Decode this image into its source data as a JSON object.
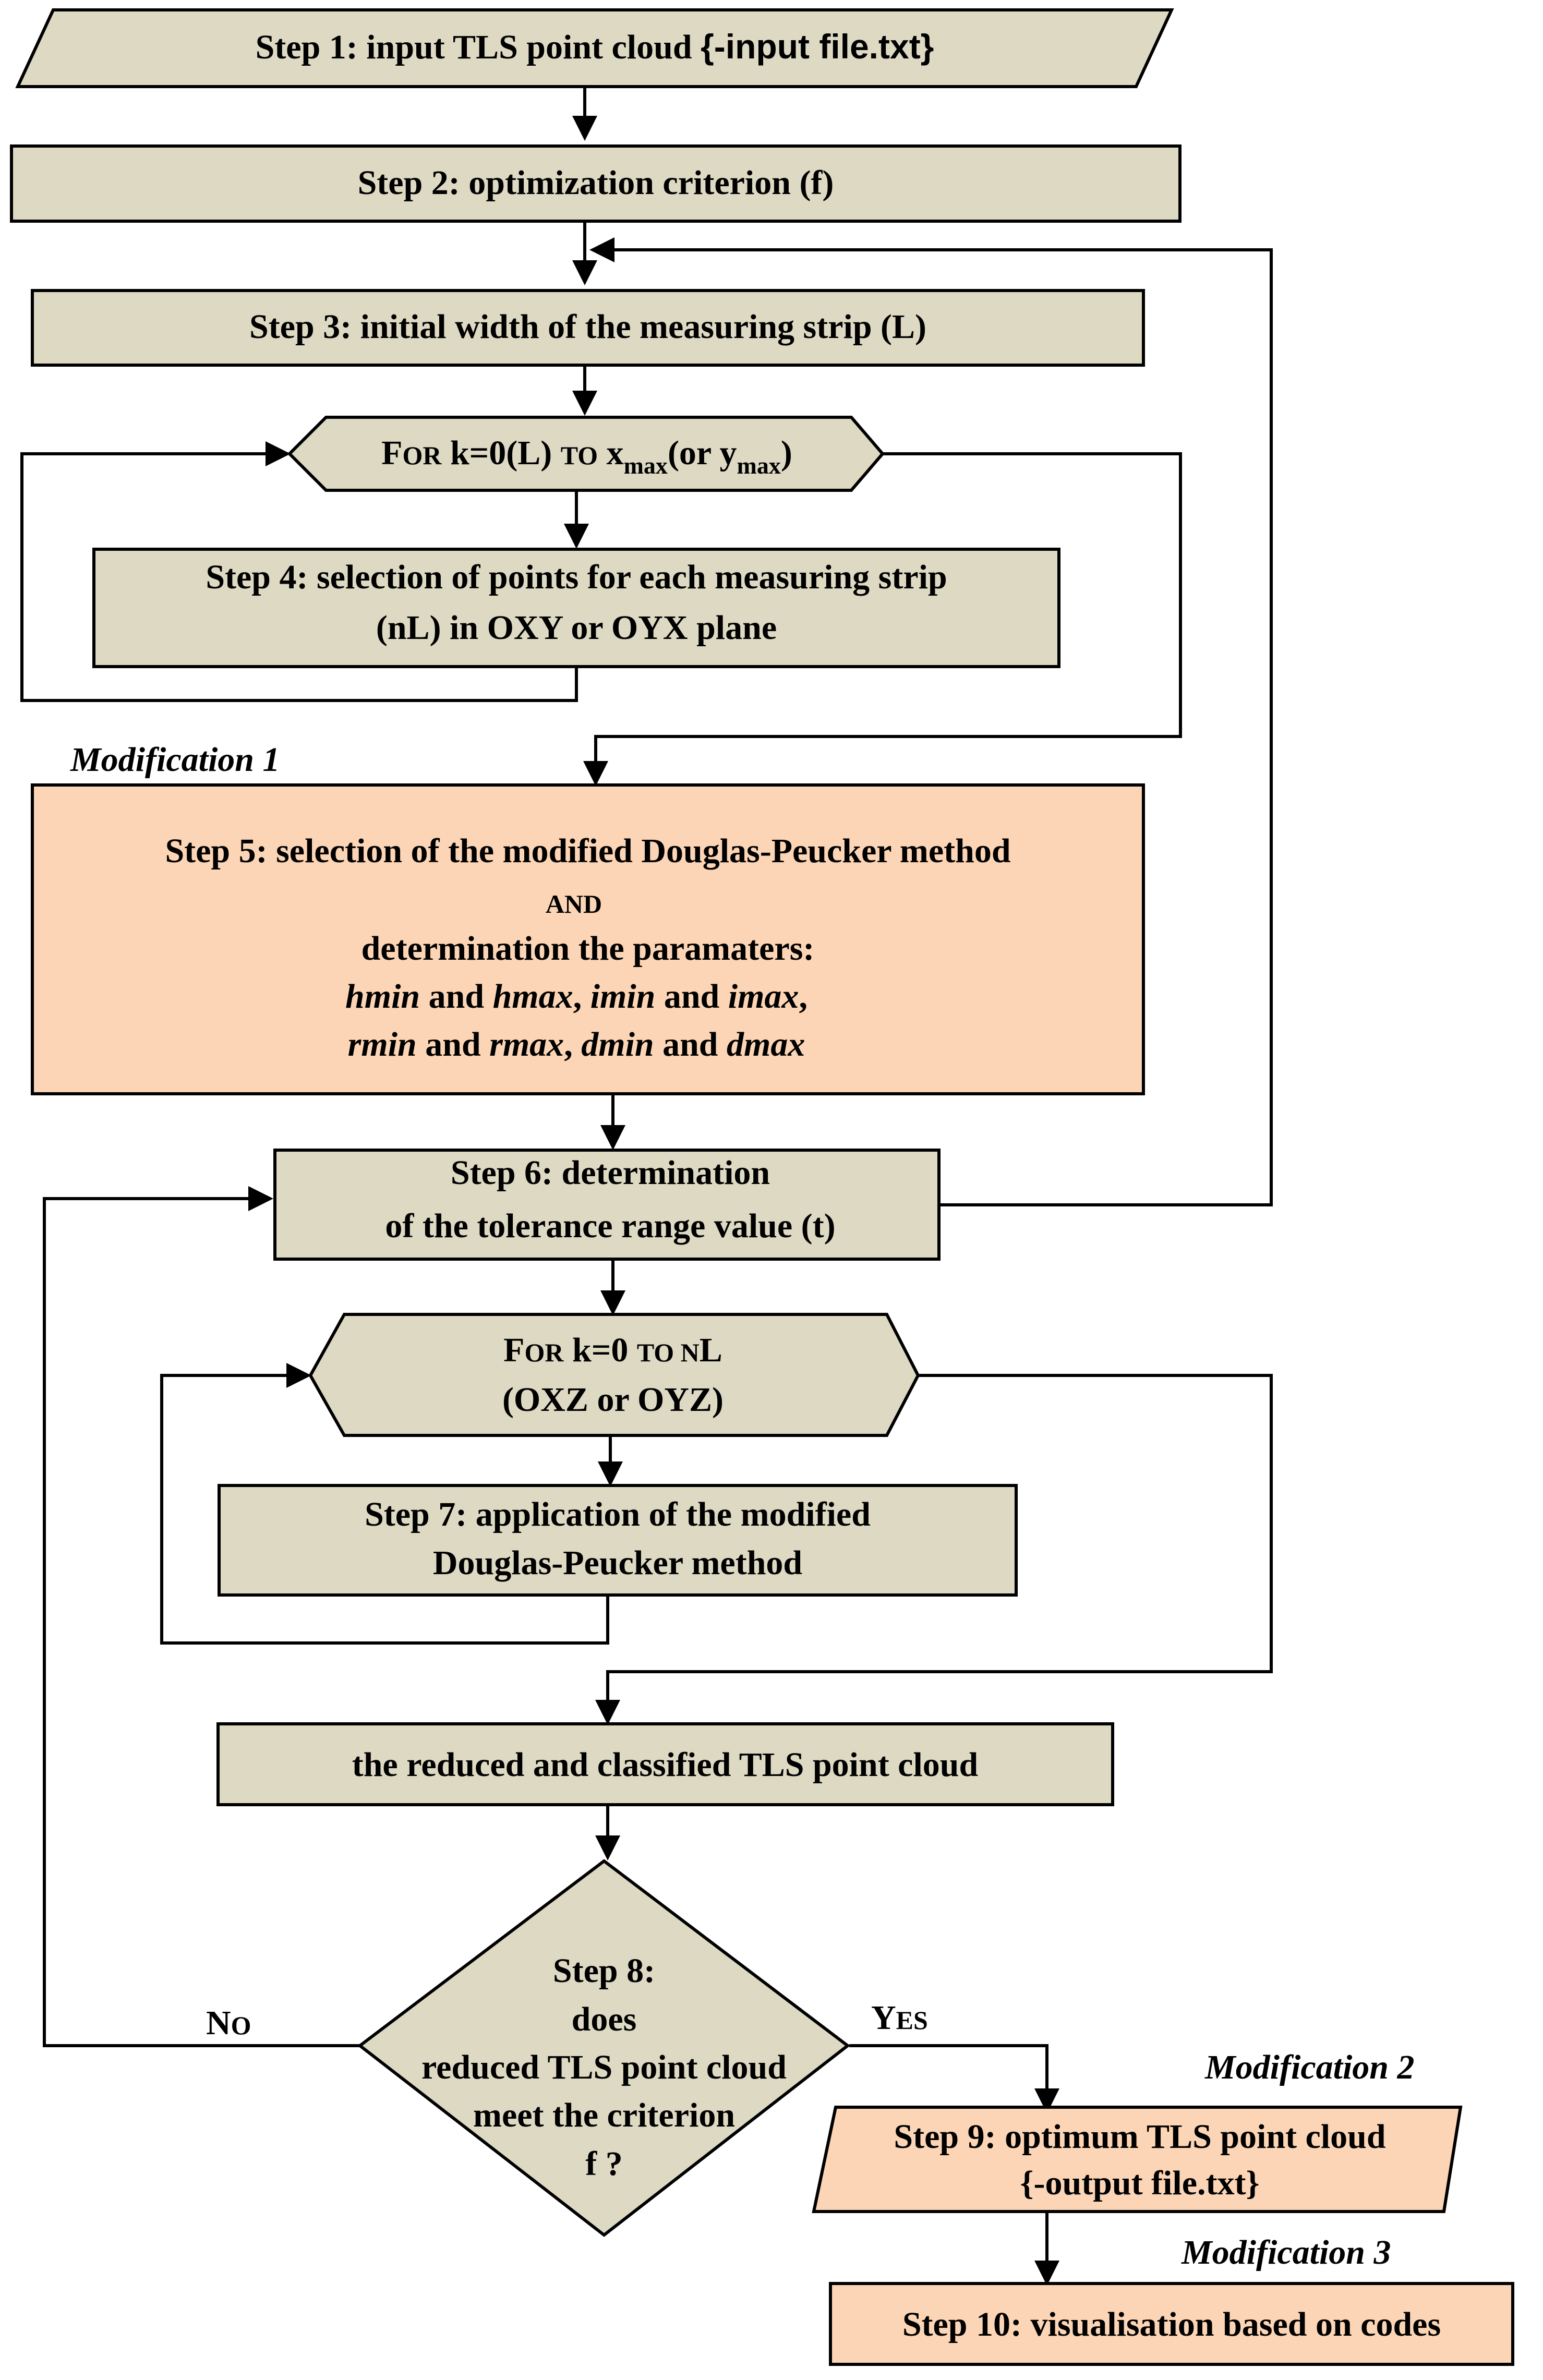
{
  "colors": {
    "process_fill": "#ddd9c3",
    "modified_fill": "#fbd5b5",
    "stroke": "#000000"
  },
  "step1": {
    "prefix": "Step 1: input TLS point cloud ",
    "file": "{-input file.txt}"
  },
  "step2": "Step 2: optimization criterion (f)",
  "step3": "Step 3: initial width of the measuring strip (L)",
  "loop1": {
    "for_first": "F",
    "for_rest": "OR",
    "mid": " k=0(L) ",
    "to": "TO",
    "x": " x",
    "xsub": "max",
    "or": "(or y",
    "ysub": "max",
    "close": ")"
  },
  "step4": {
    "line1": "Step 4: selection of points for each measuring strip",
    "line2": "(nL) in OXY or OYX plane"
  },
  "modification1": "Modification 1",
  "step5": {
    "line1": "Step 5: selection of the modified Douglas-Peucker method",
    "and": "AND",
    "line3": "determination the paramaters:",
    "hmin": "hmin",
    "hmax": "hmax",
    "imin": "imin",
    "imax": "imax",
    "rmin": "rmin",
    "rmax": "rmax",
    "dmin": "dmin",
    "dmax": "dmax",
    "and_word": " and ",
    "comma": ","
  },
  "step6": {
    "line1": "Step 6: determination",
    "line2": "of the tolerance range value (t)"
  },
  "loop2": {
    "for_first": "F",
    "for_rest": "OR",
    "mid": " k=0 ",
    "to": "TO",
    "nl_n": " N",
    "nl_l": "L",
    "line2": "(OXZ or OYZ)"
  },
  "step7": {
    "line1": "Step 7: application of the modified",
    "line2": "Douglas-Peucker method"
  },
  "reduced": "the reduced and classified TLS point cloud",
  "step8": {
    "l1": "Step 8:",
    "l2": "does",
    "l3": "reduced TLS point cloud",
    "l4": "meet the criterion",
    "l5": "f ?"
  },
  "no": {
    "first": "N",
    "rest": "O"
  },
  "yes": {
    "first": "Y",
    "rest": "ES"
  },
  "modification2": "Modification 2",
  "step9": {
    "line1": "Step 9: optimum TLS point cloud",
    "line2": "{-output file.txt}"
  },
  "modification3": "Modification 3",
  "step10": "Step 10: visualisation based on codes"
}
